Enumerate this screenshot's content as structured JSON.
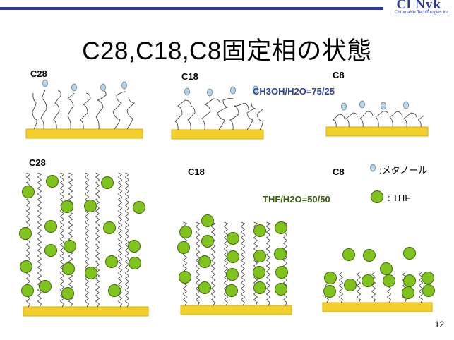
{
  "logo": {
    "text": "Cl  Nyk",
    "subtext": "ChromaNik Technologies Inc."
  },
  "title": "C28,C18,C8固定相の状態",
  "top_row": {
    "labels": [
      "C28",
      "C18",
      "C8"
    ],
    "condition": "CH3OH/H2O=75/25"
  },
  "bottom_row": {
    "labels": [
      "C28",
      "C18",
      "C8"
    ],
    "condition": "THF/H2O=50/50"
  },
  "legend": {
    "methanol": ":メタノール",
    "thf": ": THF"
  },
  "page_number": "12",
  "colors": {
    "support": "#f2cf2a",
    "thf": "#7fc31c",
    "methanol": "#b9d4e6",
    "brand": "#2c3a9a"
  }
}
